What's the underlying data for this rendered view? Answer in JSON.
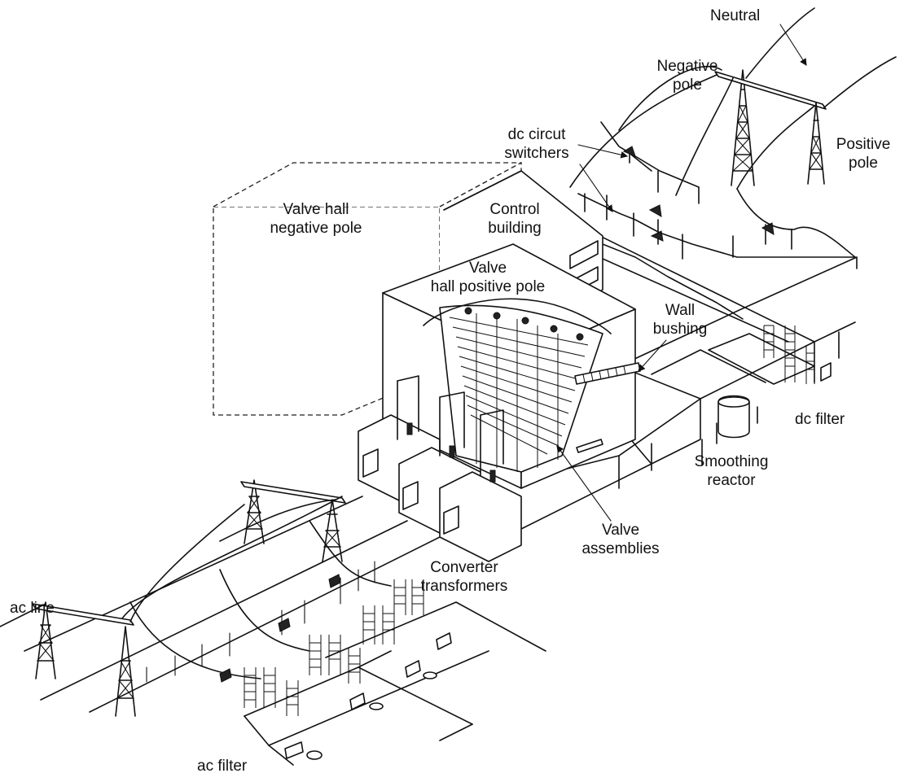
{
  "labels": {
    "neutral": "Neutral",
    "negative_pole_1": "Negative",
    "negative_pole_2": "pole",
    "positive_pole_1": "Positive",
    "positive_pole_2": "pole",
    "dc_switchers_1": "dc circut",
    "dc_switchers_2": "switchers",
    "valve_hall_neg_1": "Valve hall",
    "valve_hall_neg_2": "negative pole",
    "control_building_1": "Control",
    "control_building_2": "building",
    "valve_hall_pos_1": "Valve",
    "valve_hall_pos_2": "hall positive pole",
    "wall_bushing_1": "Wall",
    "wall_bushing_2": "bushing",
    "dc_filter": "dc filter",
    "smoothing_reactor_1": "Smoothing",
    "smoothing_reactor_2": "reactor",
    "valve_assemblies_1": "Valve",
    "valve_assemblies_2": "assemblies",
    "converter_transformers_1": "Converter",
    "converter_transformers_2": "transformers",
    "ac_line": "ac line",
    "ac_filter": "ac filter"
  }
}
